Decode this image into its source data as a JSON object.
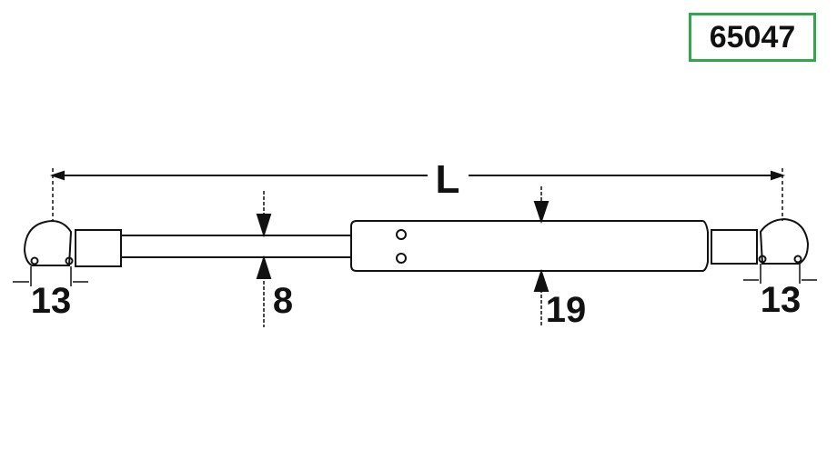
{
  "part_number": "65047",
  "colors": {
    "badge_border": "#2ea84a",
    "line": "#111111"
  },
  "dimensions": {
    "length_label": "L",
    "eye_left": "13",
    "rod_diameter": "8",
    "cylinder_diameter": "19",
    "eye_right": "13"
  }
}
